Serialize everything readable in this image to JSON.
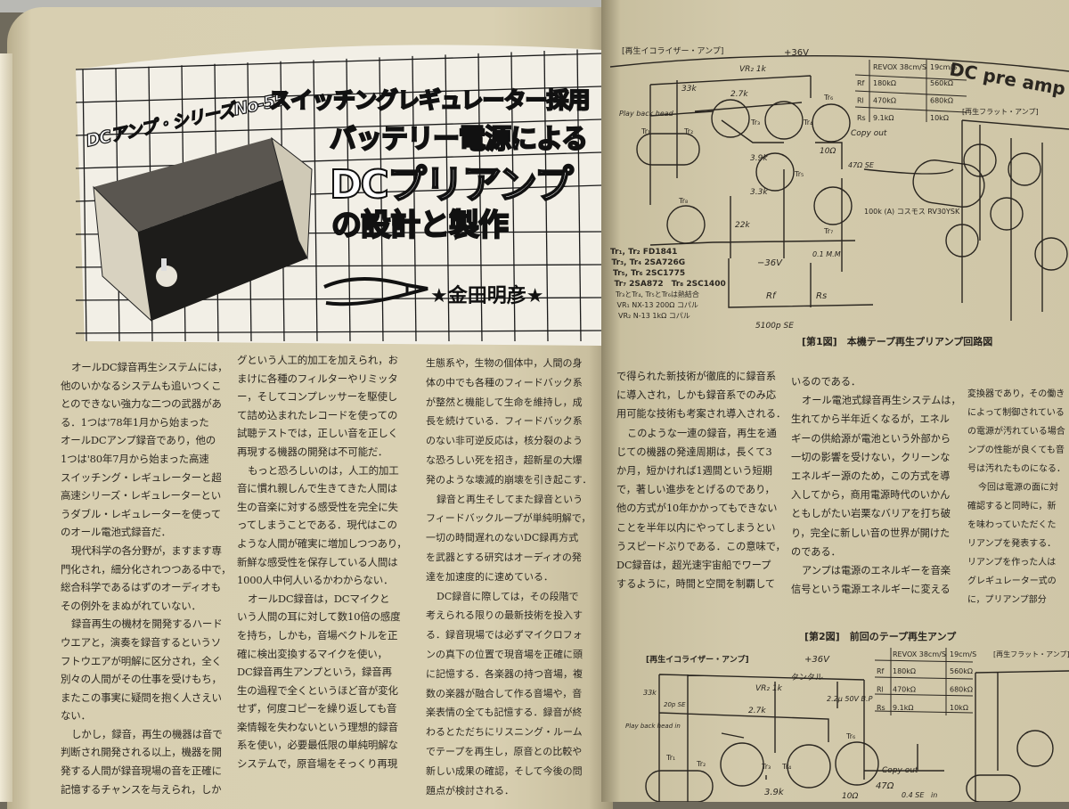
{
  "left_page": {
    "series": "DCアンプ・シリーズNo-55",
    "title_lines": [
      "スイッチングレギュレーター採用",
      "バッテリー電源による",
      "DCプリアンプ",
      "の設計と製作"
    ],
    "author": "★金田明彦★",
    "columns": [
      [
        {
          "t": "オールDC録音再生システムには，",
          "i": true
        },
        {
          "t": "他のいかなるシステムも追いつくこ"
        },
        {
          "t": "とのできない強力な二つの武器があ"
        },
        {
          "t": "る．1つは'78年1月から始まった"
        },
        {
          "t": "オールDCアンプ録音であり，他の"
        },
        {
          "t": "1つは'80年7月から始まった高速"
        },
        {
          "t": "スイッチング・レギュレーターと超"
        },
        {
          "t": "高速シリーズ・レギュレーターとい"
        },
        {
          "t": "うダブル・レギュレーターを使って"
        },
        {
          "t": "のオール電池式録音だ．"
        },
        {
          "t": "現代科学の各分野が，ますます専",
          "i": true
        },
        {
          "t": "門化され，細分化されつつある中で，"
        },
        {
          "t": "総合科学であるはずのオーディオも"
        },
        {
          "t": "その例外をまぬがれていない．"
        },
        {
          "t": "録音再生の機材を開発するハード",
          "i": true
        },
        {
          "t": "ウエアと，演奏を録音するというソ"
        },
        {
          "t": "フトウエアが明解に区分され，全く"
        },
        {
          "t": "別々の人間がその仕事を受けもち，"
        },
        {
          "t": "またこの事実に疑問を抱く人さえい"
        },
        {
          "t": "ない．"
        },
        {
          "t": "しかし，録音，再生の機器は音で",
          "i": true
        },
        {
          "t": "判断され開発される以上，機器を開"
        },
        {
          "t": "発する人間が録音現場の音を正確に"
        },
        {
          "t": "記憶するチャンスを与えられ，しか"
        }
      ],
      [
        {
          "t": "グという人工的加工を加えられ，お"
        },
        {
          "t": "まけに各種のフィルターやリミッタ"
        },
        {
          "t": "ー，そしてコンプレッサーを駆使し"
        },
        {
          "t": "て詰め込まれたレコードを使っての"
        },
        {
          "t": "試聴テストでは，正しい音を正しく"
        },
        {
          "t": "再現する機器の開発は不可能だ．"
        },
        {
          "t": "もっと恐ろしいのは，人工的加工",
          "i": true
        },
        {
          "t": "音に慣れ親しんで生きてきた人間は"
        },
        {
          "t": "生の音楽に対する感受性を完全に失"
        },
        {
          "t": "ってしまうことである．現代はこの"
        },
        {
          "t": "ような人間が確実に増加しつつあり，"
        },
        {
          "t": "新鮮な感受性を保存している人間は"
        },
        {
          "t": "1000人中何人いるかわからない．"
        },
        {
          "t": "オールDC録音は，DCマイクと",
          "i": true
        },
        {
          "t": "いう人間の耳に対して数10倍の感度"
        },
        {
          "t": "を持ち，しかも，音場ベクトルを正"
        },
        {
          "t": "確に検出変換するマイクを使い，"
        },
        {
          "t": "DC録音再生アンプという，録音再"
        },
        {
          "t": "生の過程で全くというほど音が変化"
        },
        {
          "t": "せず，何度コピーを繰り返しても音"
        },
        {
          "t": "楽情報を失わないという理想的録音"
        },
        {
          "t": "系を使い，必要最低限の単純明解な"
        },
        {
          "t": "システムで，原音場をそっくり再現"
        }
      ],
      [
        {
          "t": "生態系や，生物の個体中，人間の身"
        },
        {
          "t": "体の中でも各種のフィードバック系"
        },
        {
          "t": "が整然と機能して生命を維持し，成"
        },
        {
          "t": "長を続けている．フィードバック系"
        },
        {
          "t": "のない非可逆反応は，核分裂のよう"
        },
        {
          "t": "な恐ろしい死を招き，超新星の大爆"
        },
        {
          "t": "発のような壊滅的崩壊を引き起こす．"
        },
        {
          "t": "録音と再生そしてまた録音という",
          "i": true
        },
        {
          "t": "フィードバックループが単純明解で，"
        },
        {
          "t": "一切の時間遅れのないDC録再方式"
        },
        {
          "t": "を武器とする研究はオーディオの発"
        },
        {
          "t": "達を加速度的に速めている．"
        },
        {
          "t": "DC録音に際しては，その段階で",
          "i": true
        },
        {
          "t": "考えられる限りの最新技術を投入す"
        },
        {
          "t": "る．録音現場では必ずマイクロフォ"
        },
        {
          "t": "ンの真下の位置で現音場を正確に頭"
        },
        {
          "t": "に記憶する．各楽器の持つ音場，複"
        },
        {
          "t": "数の楽器が融合して作る音場や，音"
        },
        {
          "t": "楽表情の全ても記憶する．録音が終"
        },
        {
          "t": "わるとただちにリスニング・ルーム"
        },
        {
          "t": "でテープを再生し，原音との比較や"
        },
        {
          "t": "新しい成果の確認，そして今後の問"
        },
        {
          "t": "題点が検討される．"
        }
      ]
    ]
  },
  "right_page": {
    "header": "DC pre amp",
    "fig1": {
      "caption": "[第1図]　本機テープ再生プリアンプ回路図",
      "section_left": "[再生イコライザー・アンプ]",
      "section_right": "[再生フラット・アンプ]",
      "labels": {
        "vplus": "+36V",
        "vminus": "−36V",
        "copy_out": "Copy out",
        "cap": "5100p SE",
        "rf": "Rf",
        "rs": "Rs",
        "vr": "VR₂ 1k",
        "r27": "2.7k",
        "r33": "33k",
        "r22": "22k",
        "r39": "3.9k",
        "r33k": "3.3k",
        "r10": "10Ω",
        "r47": "47Ω SE",
        "c01": "0.1 M.M",
        "pot": "100k (A) コスモス RV30YSK",
        "head": "Play back head",
        "tr1": "Tr₁",
        "tr2": "Tr₂",
        "tr3": "Tr₃",
        "tr4": "Tr₄",
        "tr5": "Tr₅",
        "tr6": "Tr₆",
        "tr7": "Tr₇",
        "tr8": "Tr₈"
      },
      "parts": [
        "Tr₁, Tr₂  FD1841",
        "Tr₃, Tr₄  2SA726G",
        "Tr₅, Tr₆  2SC1775",
        "Tr₇  2SA872　Tr₈  2SC1400",
        "Tr₃とTr₄, Tr₅とTr₆は熱結合",
        "VR₁ NX-13 200Ω コパル",
        "VR₂ N-13 1kΩ コパル"
      ]
    },
    "table": {
      "headers": [
        "",
        "REVOX 38cm/S",
        "19cm/S"
      ],
      "rows": [
        [
          "Rf",
          "180kΩ",
          "560kΩ"
        ],
        [
          "Rl",
          "470kΩ",
          "680kΩ"
        ],
        [
          "Rs",
          "9.1kΩ",
          "10kΩ"
        ]
      ]
    },
    "fig2": {
      "caption": "[第2図]　前回のテープ再生アンプ",
      "section_left": "[再生イコライザー・アンプ]",
      "section_right": "[再生フラット・アンプ]",
      "labels": {
        "vplus": "+36V",
        "tantal": "タンタル",
        "cap": "2.2μ 50V B.P",
        "copy_out": "Copy out",
        "r33": "33k",
        "vr": "VR₂ 1k",
        "r27": "2.7k",
        "r10": "10Ω",
        "r47": "47Ω",
        "se": "0.4 SE",
        "in": "in",
        "head": "Play back head in",
        "c20": "20p SE",
        "tr1": "Tr₁",
        "tr2": "Tr₂",
        "tr3": "Tr₃",
        "tr4": "Tr₄",
        "tr6": "Tr₆",
        "r39": "3.9k"
      }
    },
    "columns": [
      [
        {
          "t": "で得られた新技術が徹底的に録音系"
        },
        {
          "t": "に導入され，しかも録音系でのみ応"
        },
        {
          "t": "用可能な技術も考案され導入される．"
        },
        {
          "t": "このような一連の録音，再生を通",
          "i": true
        },
        {
          "t": "じての機器の発達周期は，長くて3"
        },
        {
          "t": "か月，短かければ1週間という短期"
        },
        {
          "t": "で，著しい進歩をとげるのであり，"
        },
        {
          "t": "他の方式が10年かかってもできない"
        },
        {
          "t": "ことを半年以内にやってしまうとい"
        },
        {
          "t": "うスピードぶりである．この意味で，"
        },
        {
          "t": "DC録音は，超光速宇宙船でワープ"
        },
        {
          "t": "するように，時間と空間を制覇して"
        }
      ],
      [
        {
          "t": "いるのである．"
        },
        {
          "t": "オール電池式録音再生システムは，",
          "i": true
        },
        {
          "t": "生れてから半年近くなるが，エネル"
        },
        {
          "t": "ギーの供給源が電池という外部から"
        },
        {
          "t": "一切の影響を受けない，クリーンな"
        },
        {
          "t": "エネルギー源のため，この方式を導"
        },
        {
          "t": "入してから，商用電源時代のいかん"
        },
        {
          "t": "ともしがたい岩栗なバリアを打ち破"
        },
        {
          "t": "り，完全に新しい音の世界が開けた"
        },
        {
          "t": "のである．"
        },
        {
          "t": "アンプは電源のエネルギーを音楽",
          "i": true
        },
        {
          "t": "信号という電源エネルギーに変える"
        }
      ],
      [
        {
          "t": "変換器であり，その働き"
        },
        {
          "t": "によって制御されている"
        },
        {
          "t": "の電源が汚れている場合"
        },
        {
          "t": "ンプの性能が良くても音"
        },
        {
          "t": "号は汚れたものになる．"
        },
        {
          "t": "今回は電源の面に対",
          "i": true
        },
        {
          "t": "確認すると同時に，新"
        },
        {
          "t": "を味わっていただくた"
        },
        {
          "t": "リアンプを発表する．"
        },
        {
          "t": "リアンプを作った人は"
        },
        {
          "t": "グレギュレーター式の"
        },
        {
          "t": "に，プリアンプ部分"
        }
      ]
    ]
  }
}
